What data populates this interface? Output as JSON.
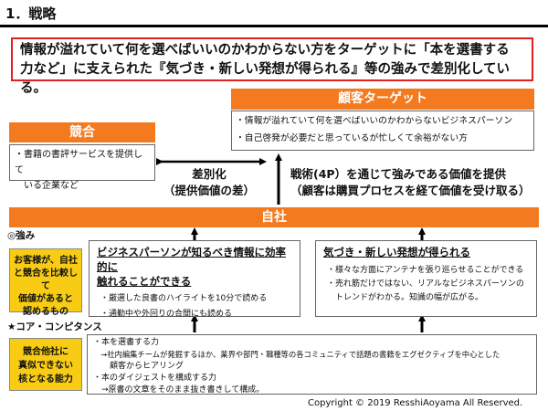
{
  "title": "1．戦略",
  "summary": {
    "line1": "情報が溢れていて何を選べばいいのかわからない方をターゲットに「本を選書する",
    "line2": "力など」に支えられた『気づき・新しい発想が得られる』等の強みで差別化している。"
  },
  "customer": {
    "heading": "顧客ターゲット",
    "items": [
      "・情報が溢れていて何を選べばいいのかわからないビジネスパーソン",
      "・自己啓発が必要だと思っているが忙しくて余裕がない方"
    ]
  },
  "competitor": {
    "heading": "競合",
    "items": [
      "・書籍の書評サービスを提供して",
      "　いる企業など"
    ]
  },
  "differentiation": {
    "line1": "差別化",
    "line2": "（提供価値の差）"
  },
  "value_delivery": {
    "line1": "戦術(4P）を通じて強みである価値を提供",
    "line2": "（顧客は購買プロセスを経て価値を受け取る）"
  },
  "company": {
    "heading": "自社"
  },
  "strengths": {
    "label": "◎強み",
    "side_lines": [
      "お客様が、自社",
      "と競合を比較して",
      "価値があると",
      "認めるもの"
    ],
    "panel_left": {
      "title_line1": "ビジネスパーソンが知るべき情報に効率的に",
      "title_line2": "触れることができる",
      "items": [
        "・厳選した良書のハイライトを10分で読める",
        "・通勤中や外回りの合間にも読める"
      ]
    },
    "panel_right": {
      "title": "気づき・新しい発想が得られる",
      "items": [
        "・様々な方面にアンテナを張り巡らせることができる",
        "・売れ筋だけではない、リアルなビジネスパーソンの",
        "　トレンドがわかる。知識の幅が広がる。"
      ]
    }
  },
  "core": {
    "label": "★コア・コンピタンス",
    "side_lines": [
      "競合他社に",
      "真似できない",
      "核となる能力"
    ],
    "lines": [
      "・本を選書する力",
      "　→社内編集チームが発掘するほか、業界や部門・職種等の各コミュニティで話題の書籍をエグゼクティブを中心とした",
      "　　顧客からヒアリング",
      "・本のダイジェストを構成する力",
      "　→原書の文章をそのまま抜き書きして構成。"
    ]
  },
  "copyright": "Copyright © 2019 ResshiAoyama All  Reserved.",
  "colors": {
    "accent": "#f47a20",
    "highlight": "#f8cc14",
    "summary_border": "#e02020"
  }
}
